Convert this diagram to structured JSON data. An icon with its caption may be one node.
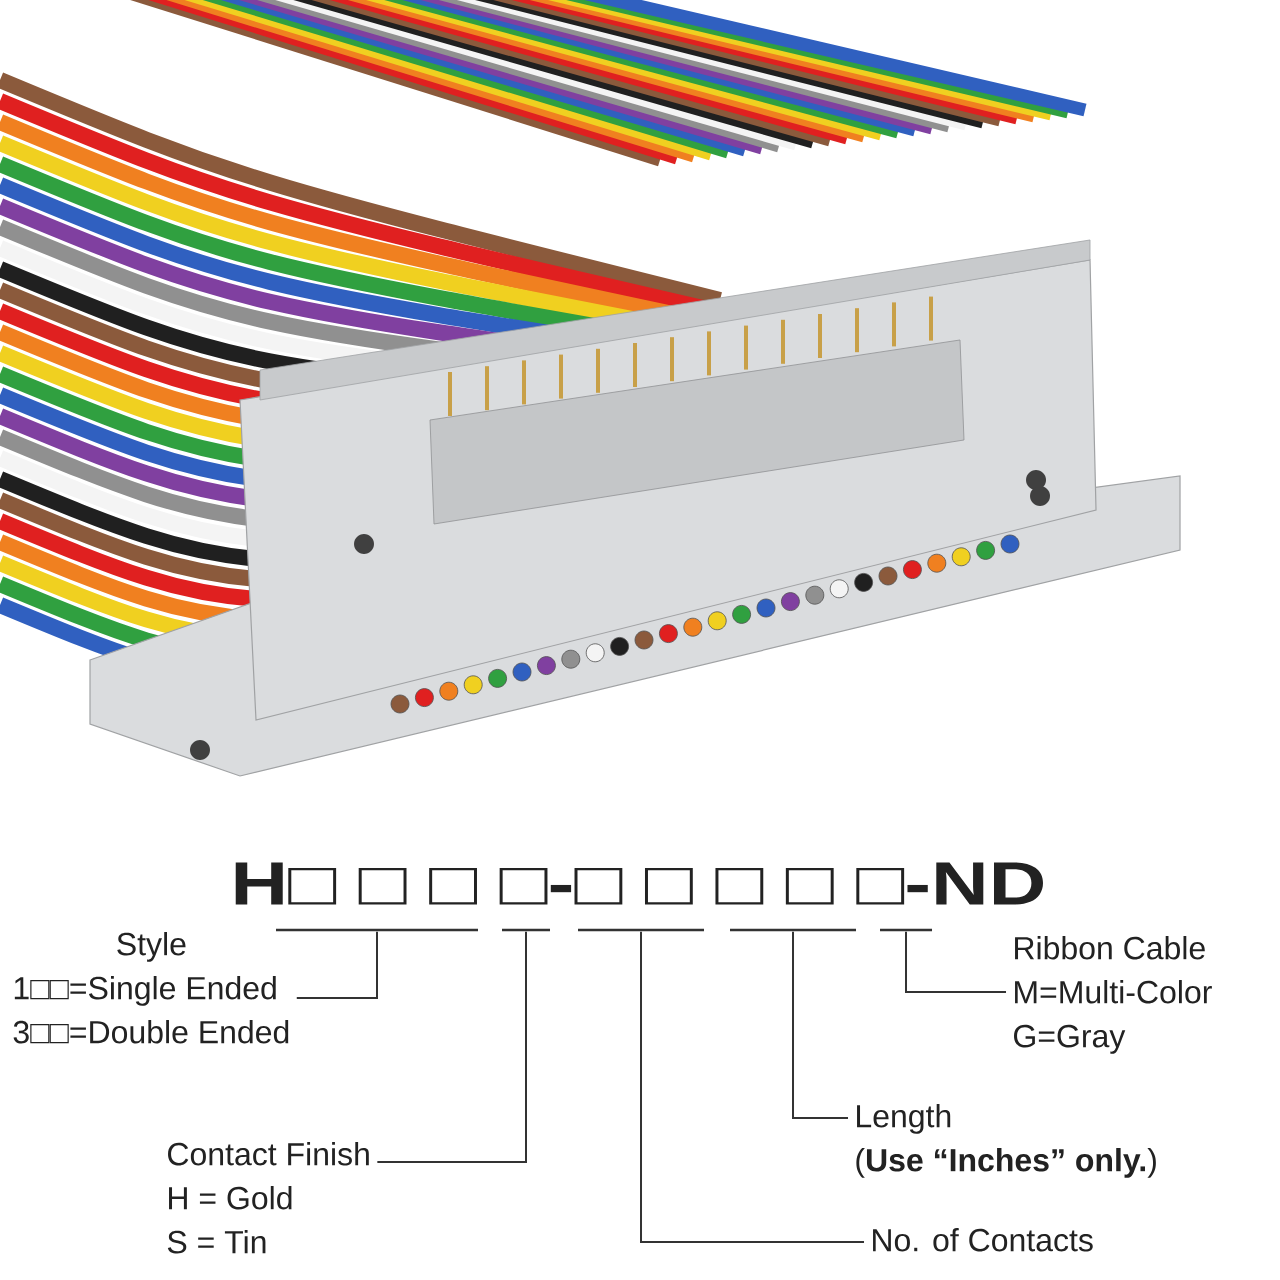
{
  "diagram": {
    "nodes": [
      {
        "text": [
          "H□ □ □ □-□ □ □ □ □-ND"
        ]
      },
      {
        "text": [],
        "shape": "bar"
      },
      {
        "text": [],
        "shape": "bar"
      },
      {
        "text": [],
        "shape": "bar"
      },
      {
        "text": [],
        "shape": "bar"
      },
      {
        "text": [],
        "shape": "bar"
      },
      {
        "text": [
          "Style",
          "1□□=Single Ended",
          "3□□=Double Ended"
        ]
      },
      {
        "text": [
          "Contact Finish",
          "H = Gold",
          "S = Tin"
        ]
      },
      {
        "text": [
          "No. of Contacts"
        ]
      },
      {
        "text": [
          "Length",
          "(**Use “Inches” only.**)"
        ]
      },
      {
        "text": [
          "Ribbon Cable",
          "M=Multi-Color",
          "G=Gray"
        ]
      }
    ],
    "edges": [
      {
        "from": 6,
        "to": 1,
        "arrow": "none"
      },
      {
        "from": 7,
        "to": 2,
        "arrow": "none"
      },
      {
        "from": 8,
        "to": 3,
        "arrow": "none"
      },
      {
        "from": 9,
        "to": 4,
        "arrow": "none"
      },
      {
        "from": 10,
        "to": 5,
        "arrow": "none"
      }
    ]
  }
}
